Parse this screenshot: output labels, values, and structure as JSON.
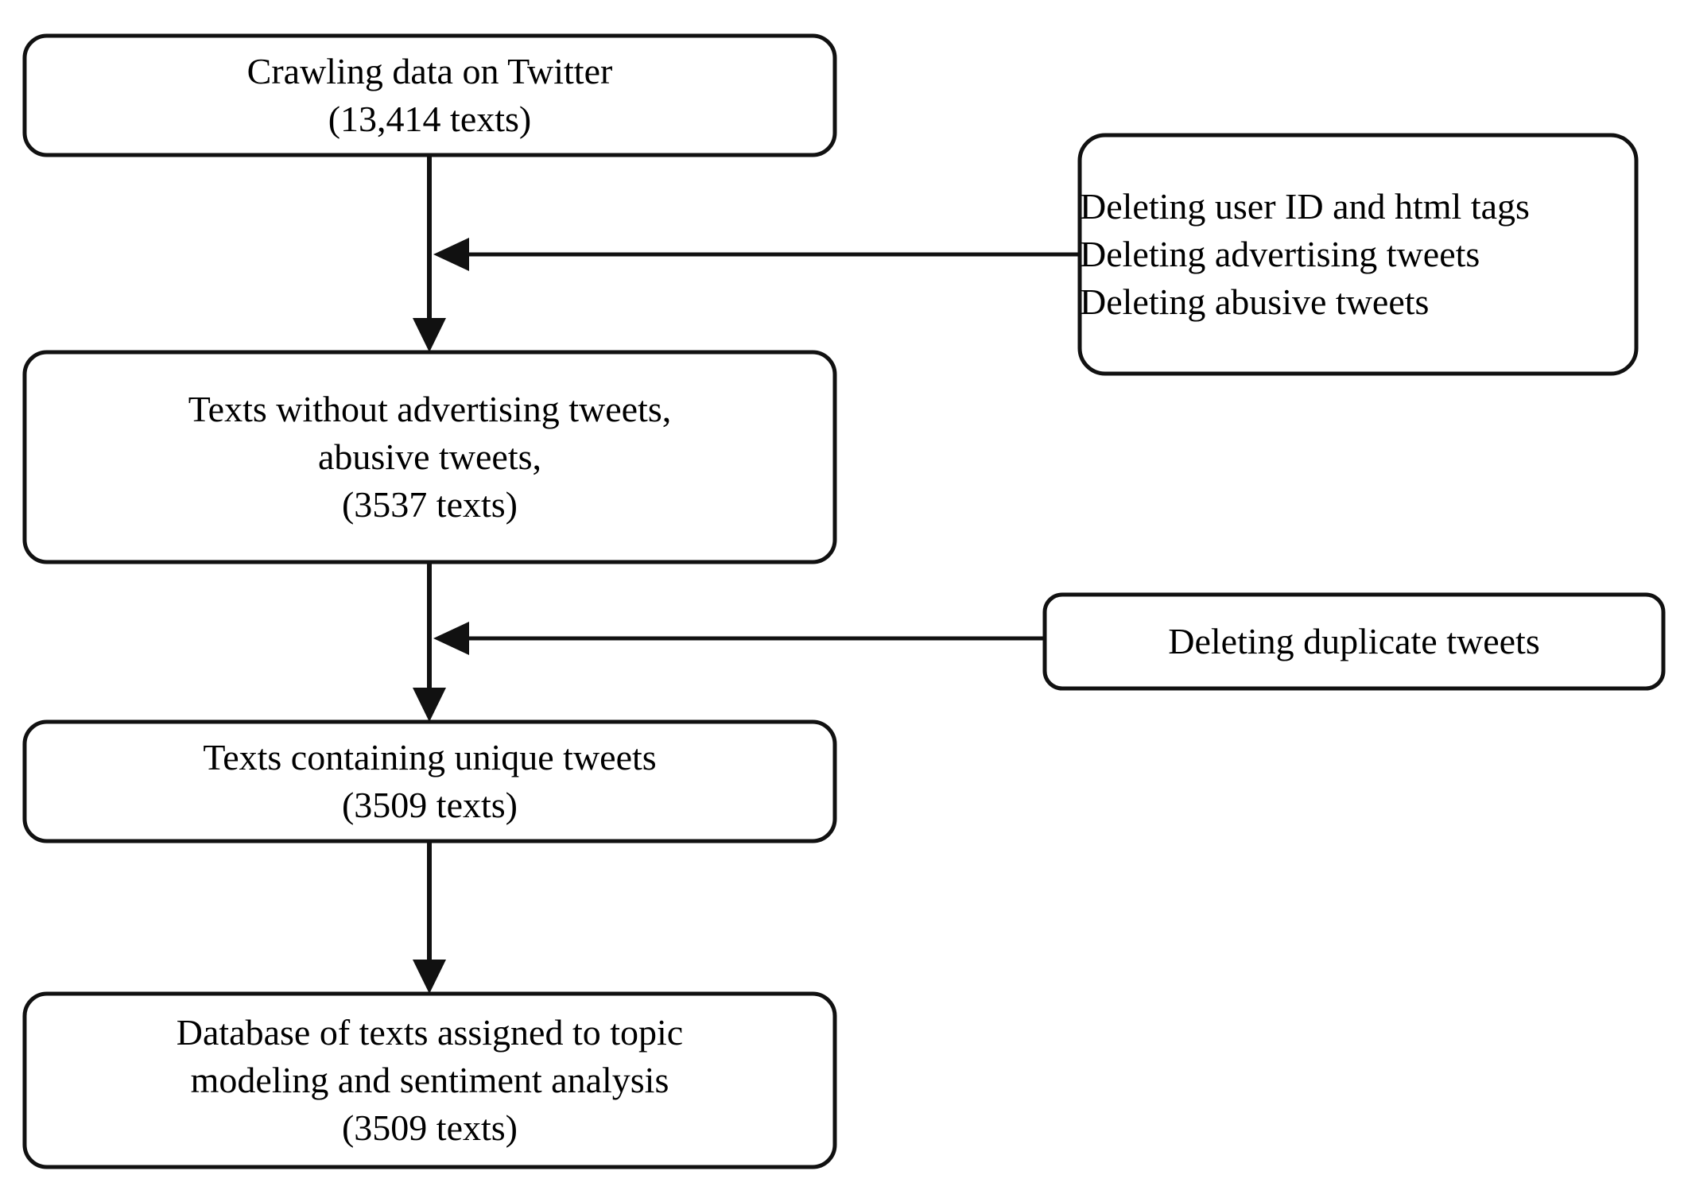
{
  "diagram": {
    "type": "flowchart",
    "title": "Data preprocessing pipeline for Twitter texts",
    "orientation": "top-to-bottom",
    "colors": {
      "background": "#ffffff",
      "stroke": "#111111",
      "text": "#000000"
    }
  },
  "nodes": {
    "crawl": {
      "id": "crawling-data",
      "shape": "rounded-rectangle",
      "lines": [
        "Crawling data on Twitter",
        "(13,414 texts)"
      ],
      "line1": "Crawling data on Twitter",
      "line2": "(13,414 texts)",
      "count": "13,414",
      "count_label": "texts"
    },
    "non_ad": {
      "id": "texts-without-advertising",
      "shape": "rounded-rectangle",
      "lines": [
        "Texts without advertising tweets,",
        "abusive tweets,",
        "(3537 texts)"
      ],
      "line1": "Texts without advertising tweets,",
      "line2": "abusive tweets,",
      "line3": "(3537 texts)",
      "count": "3537",
      "count_label": "texts"
    },
    "unique": {
      "id": "texts-containing-unique-tweets",
      "shape": "rounded-rectangle",
      "lines": [
        "Texts containing unique tweets",
        "(3509 texts)"
      ],
      "line1": "Texts containing unique tweets",
      "line2": "(3509 texts)",
      "count": "3509",
      "count_label": "texts"
    },
    "database": {
      "id": "database-of-texts",
      "shape": "rounded-rectangle",
      "lines": [
        "Database of texts assigned to topic",
        "modeling and sentiment analysis",
        "(3509 texts)"
      ],
      "line1": "Database of texts assigned to topic",
      "line2": "modeling and sentiment analysis",
      "line3": "(3509 texts)",
      "count": "3509",
      "count_label": "texts"
    },
    "cleaning": {
      "id": "cleaning-operations",
      "shape": "rounded-rectangle",
      "lines": [
        "Deleting user ID and html tags",
        "Deleting advertising tweets",
        "Deleting abusive tweets"
      ],
      "line1": "Deleting user ID and html tags",
      "line2": "Deleting advertising tweets",
      "line3": "Deleting abusive tweets"
    },
    "dedupe": {
      "id": "deleting-duplicate-tweets",
      "shape": "rounded-rectangle",
      "lines": [
        "Deleting duplicate tweets"
      ],
      "line1": "Deleting duplicate tweets"
    }
  },
  "edges": [
    {
      "id": "crawl-to-nonad",
      "from": "crawl",
      "to": "non_ad",
      "style": "solid",
      "arrow": "down"
    },
    {
      "id": "cleaning-to-trunk",
      "from": "cleaning",
      "to": "crawl-to-nonad",
      "style": "solid",
      "arrow": "left"
    },
    {
      "id": "nonad-to-unique",
      "from": "non_ad",
      "to": "unique",
      "style": "solid",
      "arrow": "down"
    },
    {
      "id": "dedupe-to-trunk",
      "from": "dedupe",
      "to": "nonad-to-unique",
      "style": "solid",
      "arrow": "left"
    },
    {
      "id": "unique-to-database",
      "from": "unique",
      "to": "database",
      "style": "solid",
      "arrow": "down"
    }
  ]
}
